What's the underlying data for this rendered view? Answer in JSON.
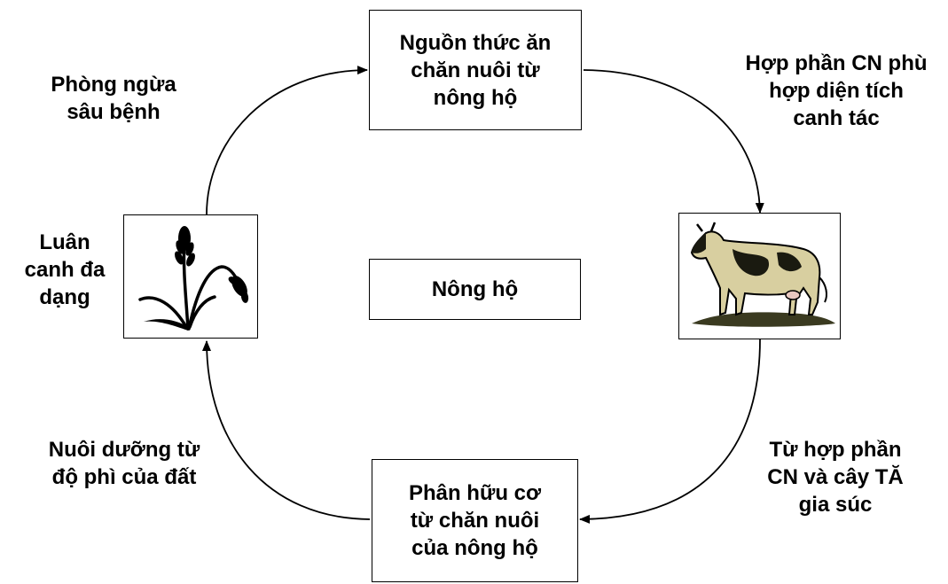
{
  "boxes": {
    "feed_source": [
      "Nguồn thức ăn",
      "chăn nuôi từ",
      "nông hộ"
    ],
    "household": [
      "Nông hộ"
    ],
    "manure": [
      "Phân hữu cơ",
      "từ chăn nuôi",
      "của nông hộ"
    ]
  },
  "edge_labels": {
    "pest_prevention": [
      "Phòng ngừa",
      "sâu bệnh"
    ],
    "crop_rotation": [
      "Luân",
      "canh đa",
      "dạng"
    ],
    "tech_fit": [
      "Hợp phần CN phù",
      "hợp diện tích",
      "canh tác"
    ],
    "from_tech": [
      "Từ hợp phần",
      "CN và cây TĂ",
      "gia súc"
    ],
    "soil_fertility": [
      "Nuôi dưỡng từ",
      "độ phì của đất"
    ]
  },
  "images": {
    "crop": "wheat-plant-icon",
    "livestock": "cow-icon"
  },
  "colors": {
    "stroke": "#000000",
    "background": "#ffffff"
  }
}
